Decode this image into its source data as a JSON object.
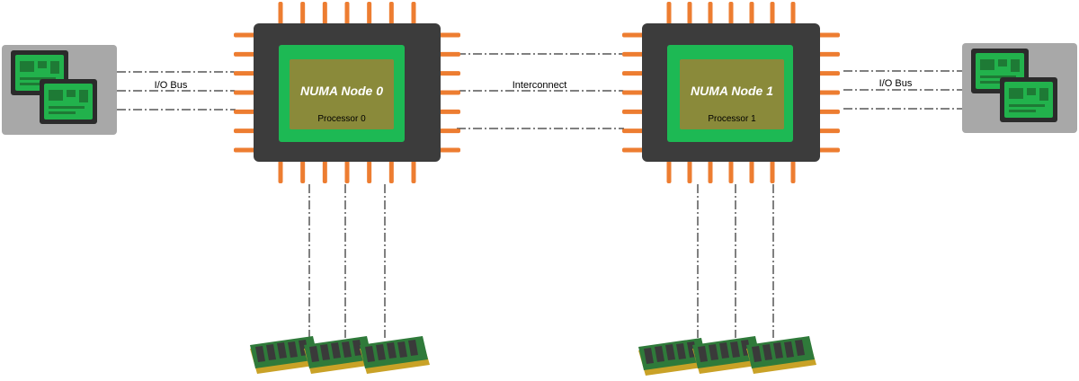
{
  "colors": {
    "pin": "#ED7D31",
    "chip_body": "#3C3C3C",
    "die_outer": "#1DB954",
    "die_inner": "#8A8A3A",
    "panel_gray": "#A8A8A8",
    "card_green": "#22B24C",
    "ram_pcb": "#2F7A3A"
  },
  "labels": {
    "io_bus_left": "I/O Bus",
    "interconnect": "Interconnect",
    "io_bus_right": "I/O Bus"
  },
  "nodes": [
    {
      "title": "NUMA Node 0",
      "processor": "Processor 0"
    },
    {
      "title": "NUMA Node 1",
      "processor": "Processor 1"
    }
  ],
  "icons": {
    "io_devices": "pcie-card-icon",
    "memory": "ram-module-icon"
  }
}
